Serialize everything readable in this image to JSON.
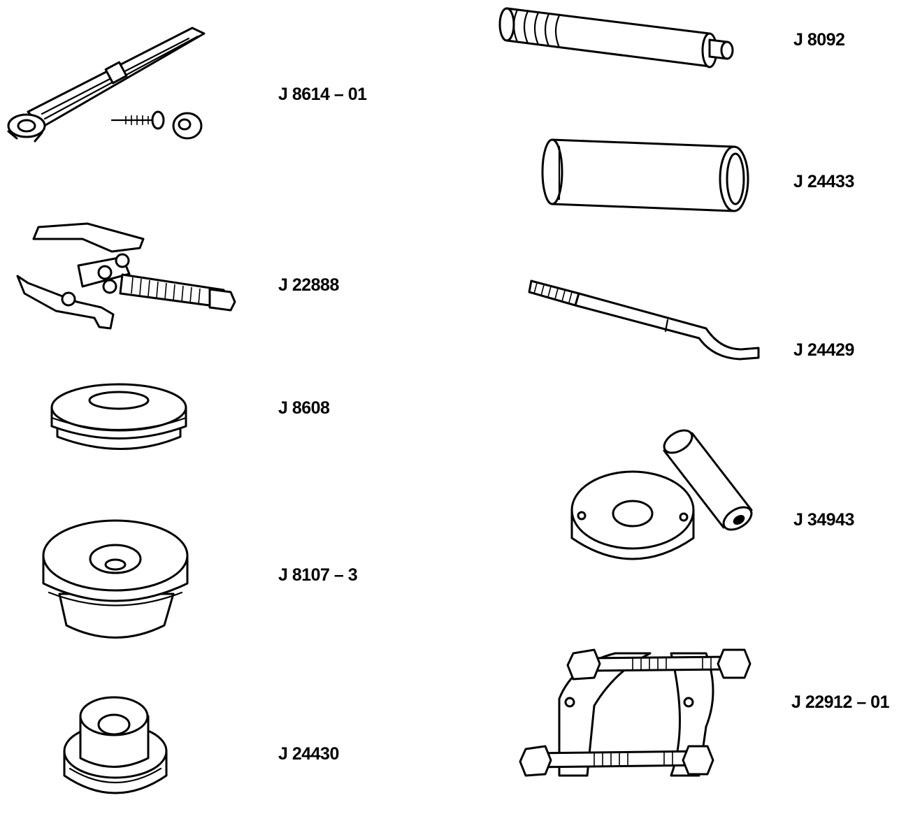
{
  "tools": [
    {
      "id": "J 8614 – 01",
      "icon": "flange-holder-wrench"
    },
    {
      "id": "J 22888",
      "icon": "gear-puller"
    },
    {
      "id": "J 8608",
      "icon": "bearing-installer"
    },
    {
      "id": "J 8107 – 3",
      "icon": "bearing-installer-large"
    },
    {
      "id": "J 24430",
      "icon": "seal-installer"
    },
    {
      "id": "J 8092",
      "icon": "driver-handle"
    },
    {
      "id": "J 24433",
      "icon": "sleeve-installer"
    },
    {
      "id": "J 24429",
      "icon": "seal-remover"
    },
    {
      "id": "J 34943",
      "icon": "race-installer-set"
    },
    {
      "id": "J 22912 – 01",
      "icon": "bearing-separator"
    }
  ]
}
